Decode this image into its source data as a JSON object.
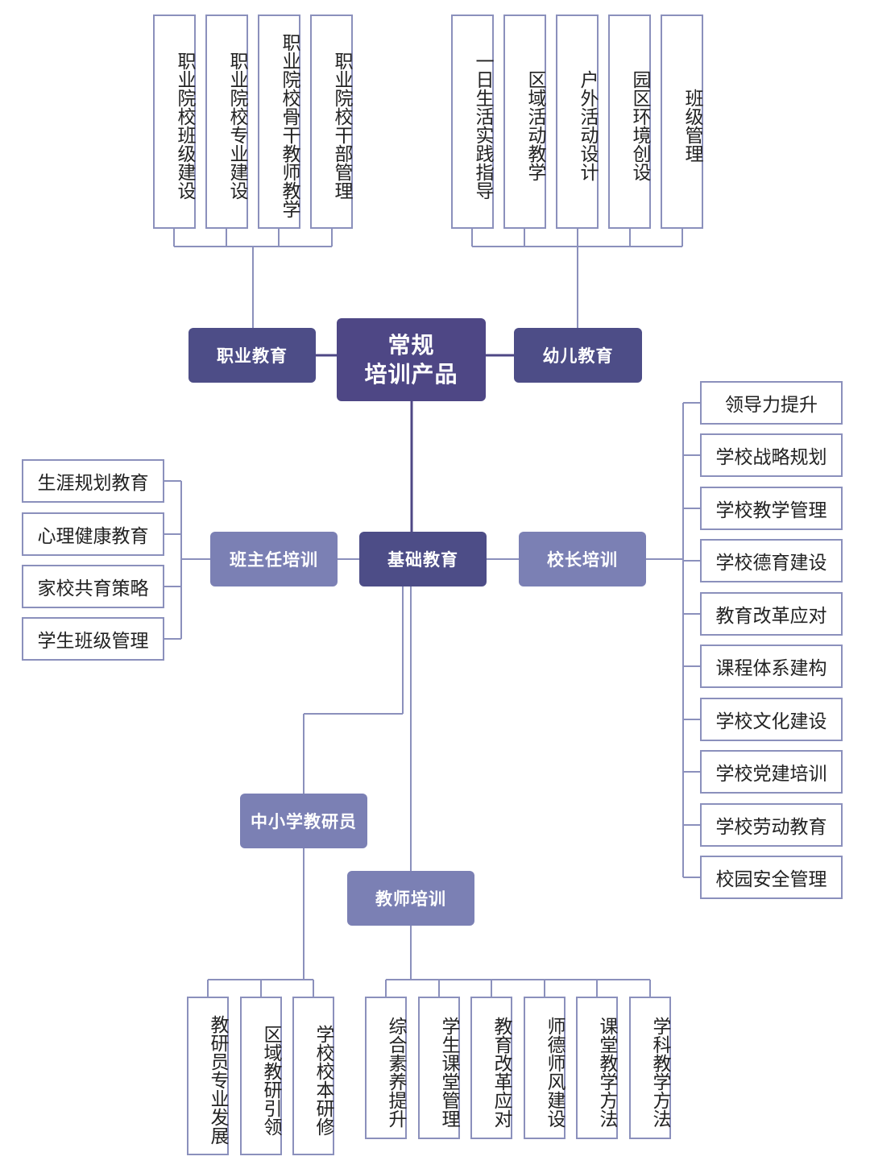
{
  "center": {
    "label": "常规\n培训产品"
  },
  "vocational": {
    "label": "职业教育",
    "items": [
      "职业院校班级建设",
      "职业院校专业建设",
      "职业院校骨干教师教学",
      "职业院校干部管理"
    ]
  },
  "preschool": {
    "label": "幼儿教育",
    "items": [
      "一日生活实践指导",
      "区域活动教学",
      "户外活动设计",
      "园区环境创设",
      "班级管理"
    ]
  },
  "basic": {
    "label": "基础教育"
  },
  "head_teacher": {
    "label": "班主任培训",
    "items": [
      "生涯规划教育",
      "心理健康教育",
      "家校共育策略",
      "学生班级管理"
    ]
  },
  "principal": {
    "label": "校长培训",
    "items": [
      "领导力提升",
      "学校战略规划",
      "学校教学管理",
      "学校德育建设",
      "教育改革应对",
      "课程体系建构",
      "学校文化建设",
      "学校党建培训",
      "学校劳动教育",
      "校园安全管理"
    ]
  },
  "researcher": {
    "label": "中小学教研员",
    "items": [
      "教研员专业发展",
      "区域教研引领",
      "学校校本研修"
    ]
  },
  "teacher": {
    "label": "教师培训",
    "items": [
      "综合素养提升",
      "学生课堂管理",
      "教育改革应对",
      "师德师风建设",
      "课堂教学方法",
      "学科教学方法"
    ]
  }
}
